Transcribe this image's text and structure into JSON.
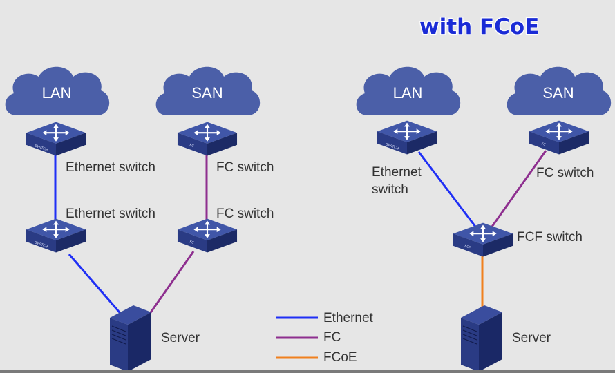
{
  "title": "with FCoE",
  "left": {
    "clouds": [
      "LAN",
      "SAN"
    ],
    "labels": {
      "eth_switch_top": "Ethernet switch",
      "fc_switch_top": "FC switch",
      "eth_switch_bottom": "Ethernet switch",
      "fc_switch_bottom": "FC switch",
      "server": "Server"
    },
    "switch_marks": {
      "eth": "SWITCH",
      "fc": "FC"
    }
  },
  "right": {
    "clouds": [
      "LAN",
      "SAN"
    ],
    "labels": {
      "eth_switch_line1": "Ethernet",
      "eth_switch_line2": "switch",
      "fc_switch": "FC switch",
      "fcf_switch": "FCF switch",
      "server": "Server"
    },
    "switch_marks": {
      "eth": "SWITCH",
      "fc": "FC",
      "fcf": "FCF"
    }
  },
  "legend": [
    {
      "label": "Ethernet",
      "color": "#1f2ff5"
    },
    {
      "label": "FC",
      "color": "#8e2f8f"
    },
    {
      "label": "FCoE",
      "color": "#f0801e"
    }
  ],
  "colors": {
    "cloud": "#4b5fa8",
    "switch_top": "#3a4d9e",
    "switch_side": "#1f2f72",
    "server": "#1f2f76"
  }
}
